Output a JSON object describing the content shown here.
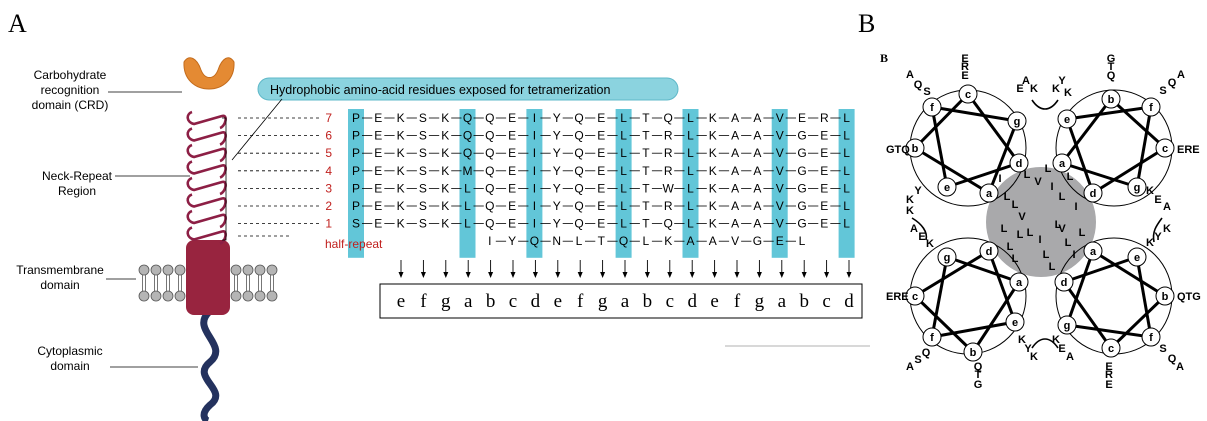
{
  "panel_a": {
    "letter": "A",
    "labels": {
      "crd": [
        "Carbohydrate",
        "recognition",
        "domain (CRD)"
      ],
      "neck": [
        "Neck-Repeat",
        "Region"
      ],
      "tm": [
        "Transmembrane",
        "domain"
      ],
      "cyto": [
        "Cytoplasmic",
        "domain"
      ]
    },
    "callout": "Hydrophobic amino-acid residues exposed for tetramerization",
    "repeat_numbers": [
      "7",
      "6",
      "5",
      "4",
      "3",
      "2",
      "1"
    ],
    "half_repeat_label": "half-repeat",
    "sequences": [
      "PEKSKQQEIYQELTQLKAAVERL",
      "PEKSKQQEIYQELTRLKAAVGEL",
      "PEKSKQQEIYQELTRLKAAVGEL",
      "PEKSKMQEIYQELTRLKAAVGEL",
      "PEKSKLQEIYQELTWLKAAVGEL",
      "PEKSKLQEIYQELTRLKAAVGEL",
      "SEKSKLQEIYQELTQLKAAVGEL",
      "      IYQNLTQLKAAVGEL"
    ],
    "highlight_columns": [
      0,
      5,
      8,
      12,
      15,
      19,
      22
    ],
    "heptad": [
      "e",
      "f",
      "g",
      "a",
      "b",
      "c",
      "d",
      "e",
      "f",
      "g",
      "a",
      "b",
      "c",
      "d",
      "e",
      "f",
      "g",
      "a",
      "b",
      "c",
      "d"
    ]
  },
  "panel_b": {
    "letter": "B",
    "inner_label": "B",
    "wheel_positions": [
      "a",
      "b",
      "c",
      "d",
      "e",
      "f",
      "g"
    ],
    "edge_letters": {
      "top_left_outer": [
        "A",
        "Q",
        "S"
      ],
      "top_mid_left": [
        "E",
        "R",
        "E"
      ],
      "top_mid_right": [
        "G",
        "T",
        "Q"
      ],
      "top_right_outer": [
        "S",
        "Q",
        "A"
      ],
      "side_left_top": "GTQ",
      "side_right_top": "ERE",
      "side_left_bottom": "ERE",
      "side_right_bottom": "QTG",
      "bottom_left_outer": [
        "Q",
        "S",
        "A"
      ],
      "bottom_mid_left": [
        "Q",
        "T",
        "G"
      ],
      "bottom_mid_right": [
        "E",
        "R",
        "E"
      ],
      "bottom_right_outer": [
        "S",
        "Q",
        "A"
      ],
      "salt_top_left": [
        "E",
        "A",
        "K"
      ],
      "salt_top_right": [
        "K",
        "Y",
        "K"
      ],
      "salt_mid_left": [
        "K",
        "Y",
        "K"
      ],
      "salt_mid_right": [
        "K",
        "E",
        "A"
      ],
      "salt_low_left": [
        "A",
        "E",
        "K"
      ],
      "salt_low_right": [
        "K",
        "Y",
        "K"
      ],
      "salt_bot_left": [
        "K",
        "Y",
        "K"
      ],
      "salt_bot_right": [
        "K",
        "E",
        "A"
      ]
    },
    "core_letters": [
      "I",
      "L",
      "L",
      "V",
      "L",
      "V",
      "L",
      "I",
      "L",
      "L",
      "I",
      "L",
      "L",
      "L",
      "L",
      "I",
      "L",
      "V",
      "L",
      "L",
      "L",
      "L",
      "L",
      "I"
    ]
  }
}
